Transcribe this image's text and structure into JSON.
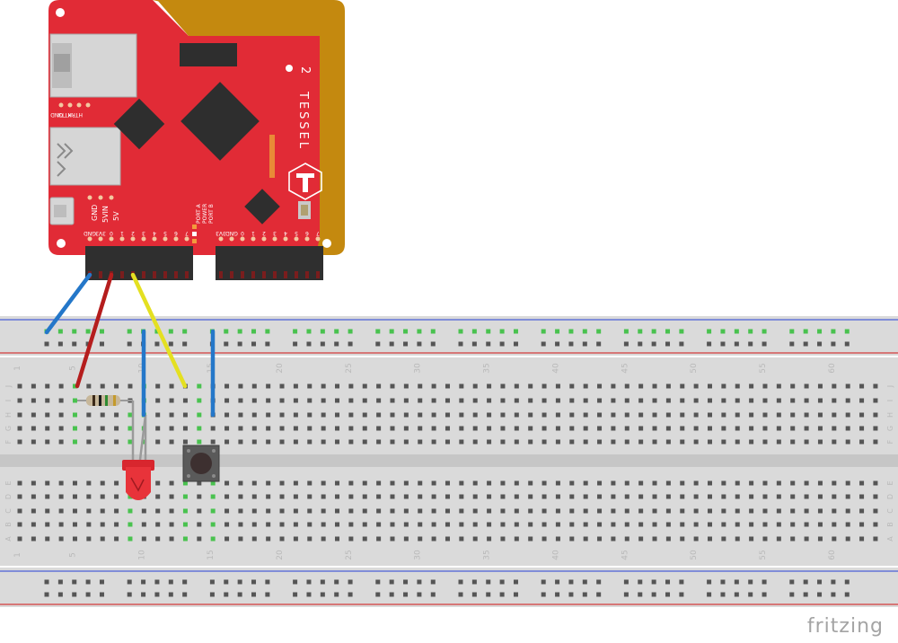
{
  "board": {
    "name": "TESSEL",
    "version": "2",
    "logo_letter": "T",
    "upper_pin_labels": [
      "HTRX",
      "HTTX",
      "GND"
    ],
    "power_labels": [
      "GND",
      "5VIN",
      "5V"
    ],
    "port_labels": [
      "PORT A",
      "POWER",
      "PORT B"
    ],
    "header_a_labels": [
      "GND",
      "3V3",
      "0",
      "1",
      "2",
      "3",
      "4",
      "5",
      "6",
      "7"
    ],
    "header_b_labels": [
      "3V3",
      "GND",
      "0",
      "1",
      "2",
      "3",
      "4",
      "5",
      "6",
      "7"
    ],
    "colors": {
      "pcb": "#e12b36",
      "gold": "#c4890f",
      "chip": "#2e2e2e"
    }
  },
  "breadboard": {
    "column_numbers": [
      "1",
      "5",
      "10",
      "15",
      "20",
      "25",
      "30",
      "35",
      "40",
      "45",
      "50",
      "55",
      "60"
    ],
    "top_row_letters": [
      "J",
      "I",
      "H",
      "G",
      "F"
    ],
    "bottom_row_letters": [
      "E",
      "D",
      "C",
      "B",
      "A"
    ],
    "colors": {
      "body": "#dadada",
      "hole": "#555555",
      "active_hole": "#49c24f",
      "rail_blue": "#4a5fd6",
      "rail_red": "#d33c3c"
    }
  },
  "wires": [
    {
      "name": "gnd-wire",
      "color": "#2477c9"
    },
    {
      "name": "power-wire",
      "color": "#b51d1d"
    },
    {
      "name": "signal-wire",
      "color": "#e4e021"
    },
    {
      "name": "button-ground-wire",
      "color": "#2477c9"
    },
    {
      "name": "led-ground-wire",
      "color": "#2477c9"
    }
  ],
  "components": [
    "resistor",
    "red-led",
    "pushbutton"
  ],
  "brand": "fritzing"
}
